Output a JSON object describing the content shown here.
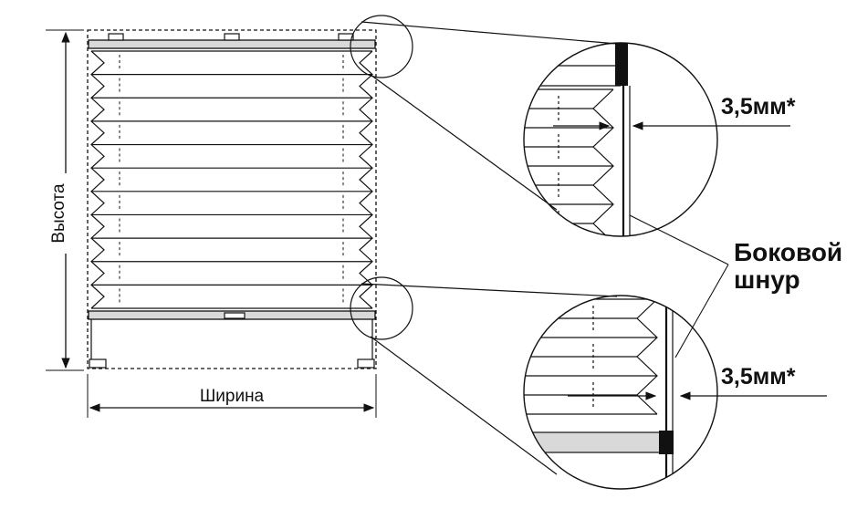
{
  "labels": {
    "height": "Высота",
    "width": "Ширина",
    "gap_top": "3,5мм*",
    "gap_bottom": "3,5мм*",
    "side_cord_line1": "Боковой",
    "side_cord_line2": "шнур"
  },
  "colors": {
    "line": "#111111",
    "rail_fill": "#d9d9d9",
    "background": "#ffffff"
  }
}
